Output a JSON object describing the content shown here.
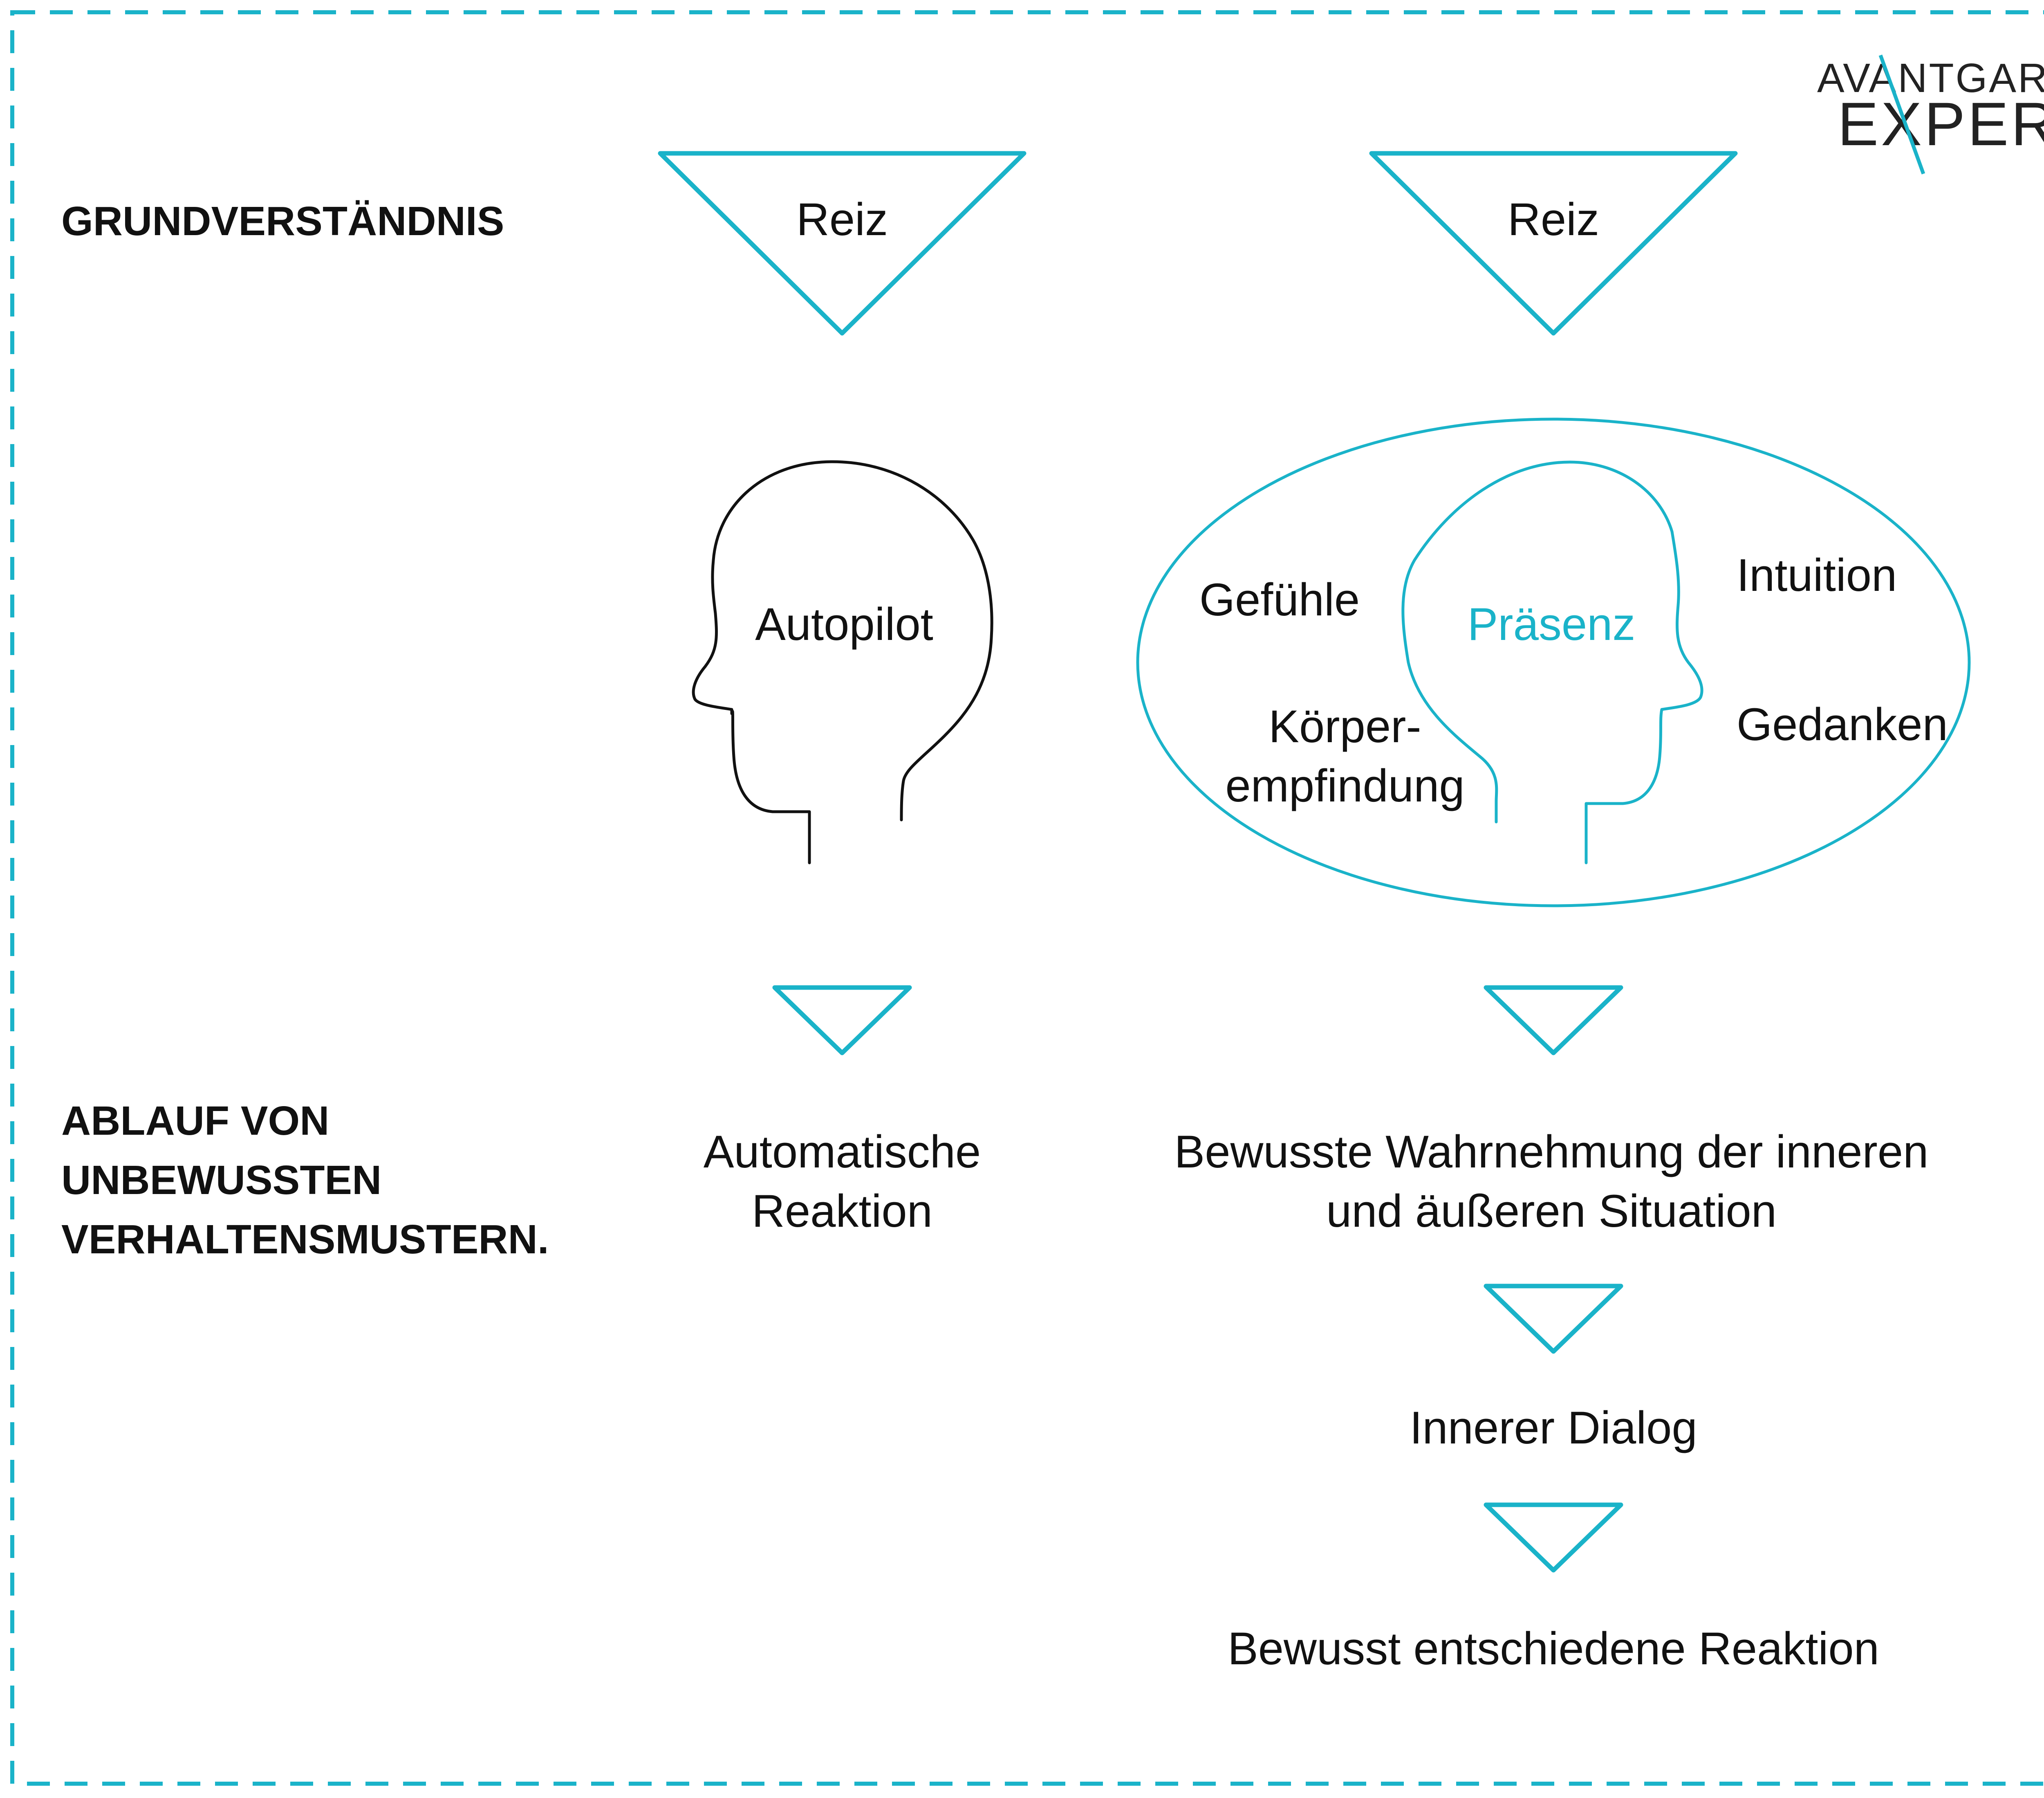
{
  "logo": {
    "line1": "AVANTGARDE",
    "line2": "EXPERTS",
    "accent_color": "#1ab3c9"
  },
  "colors": {
    "accent": "#1ab3c9",
    "text": "#111111",
    "frame": "#1ab3c9"
  },
  "headings": {
    "grundverstaendnis": "GRUNDVERSTÄNDNIS",
    "ablauf_line1": "ABLAUF VON",
    "ablauf_line2": "UNBEWUSSTEN",
    "ablauf_line3": "VERHALTENSMUSTERN."
  },
  "left_column": {
    "reiz": "Reiz",
    "head_label": "Autopilot",
    "reaction_line1": "Automatische",
    "reaction_line2": "Reaktion"
  },
  "right_column": {
    "reiz": "Reiz",
    "head_label": "Präsenz",
    "gefuehle": "Gefühle",
    "intuition": "Intuition",
    "koerper_line1": "Körper-",
    "koerper_line2": "empfindung",
    "gedanken": "Gedanken",
    "perception_line1": "Bewusste Wahrnehmung der inneren",
    "perception_line2": "und äußeren Situation",
    "dialog": "Innerer Dialog",
    "decision": "Bewusst entschiedene Reaktion"
  }
}
